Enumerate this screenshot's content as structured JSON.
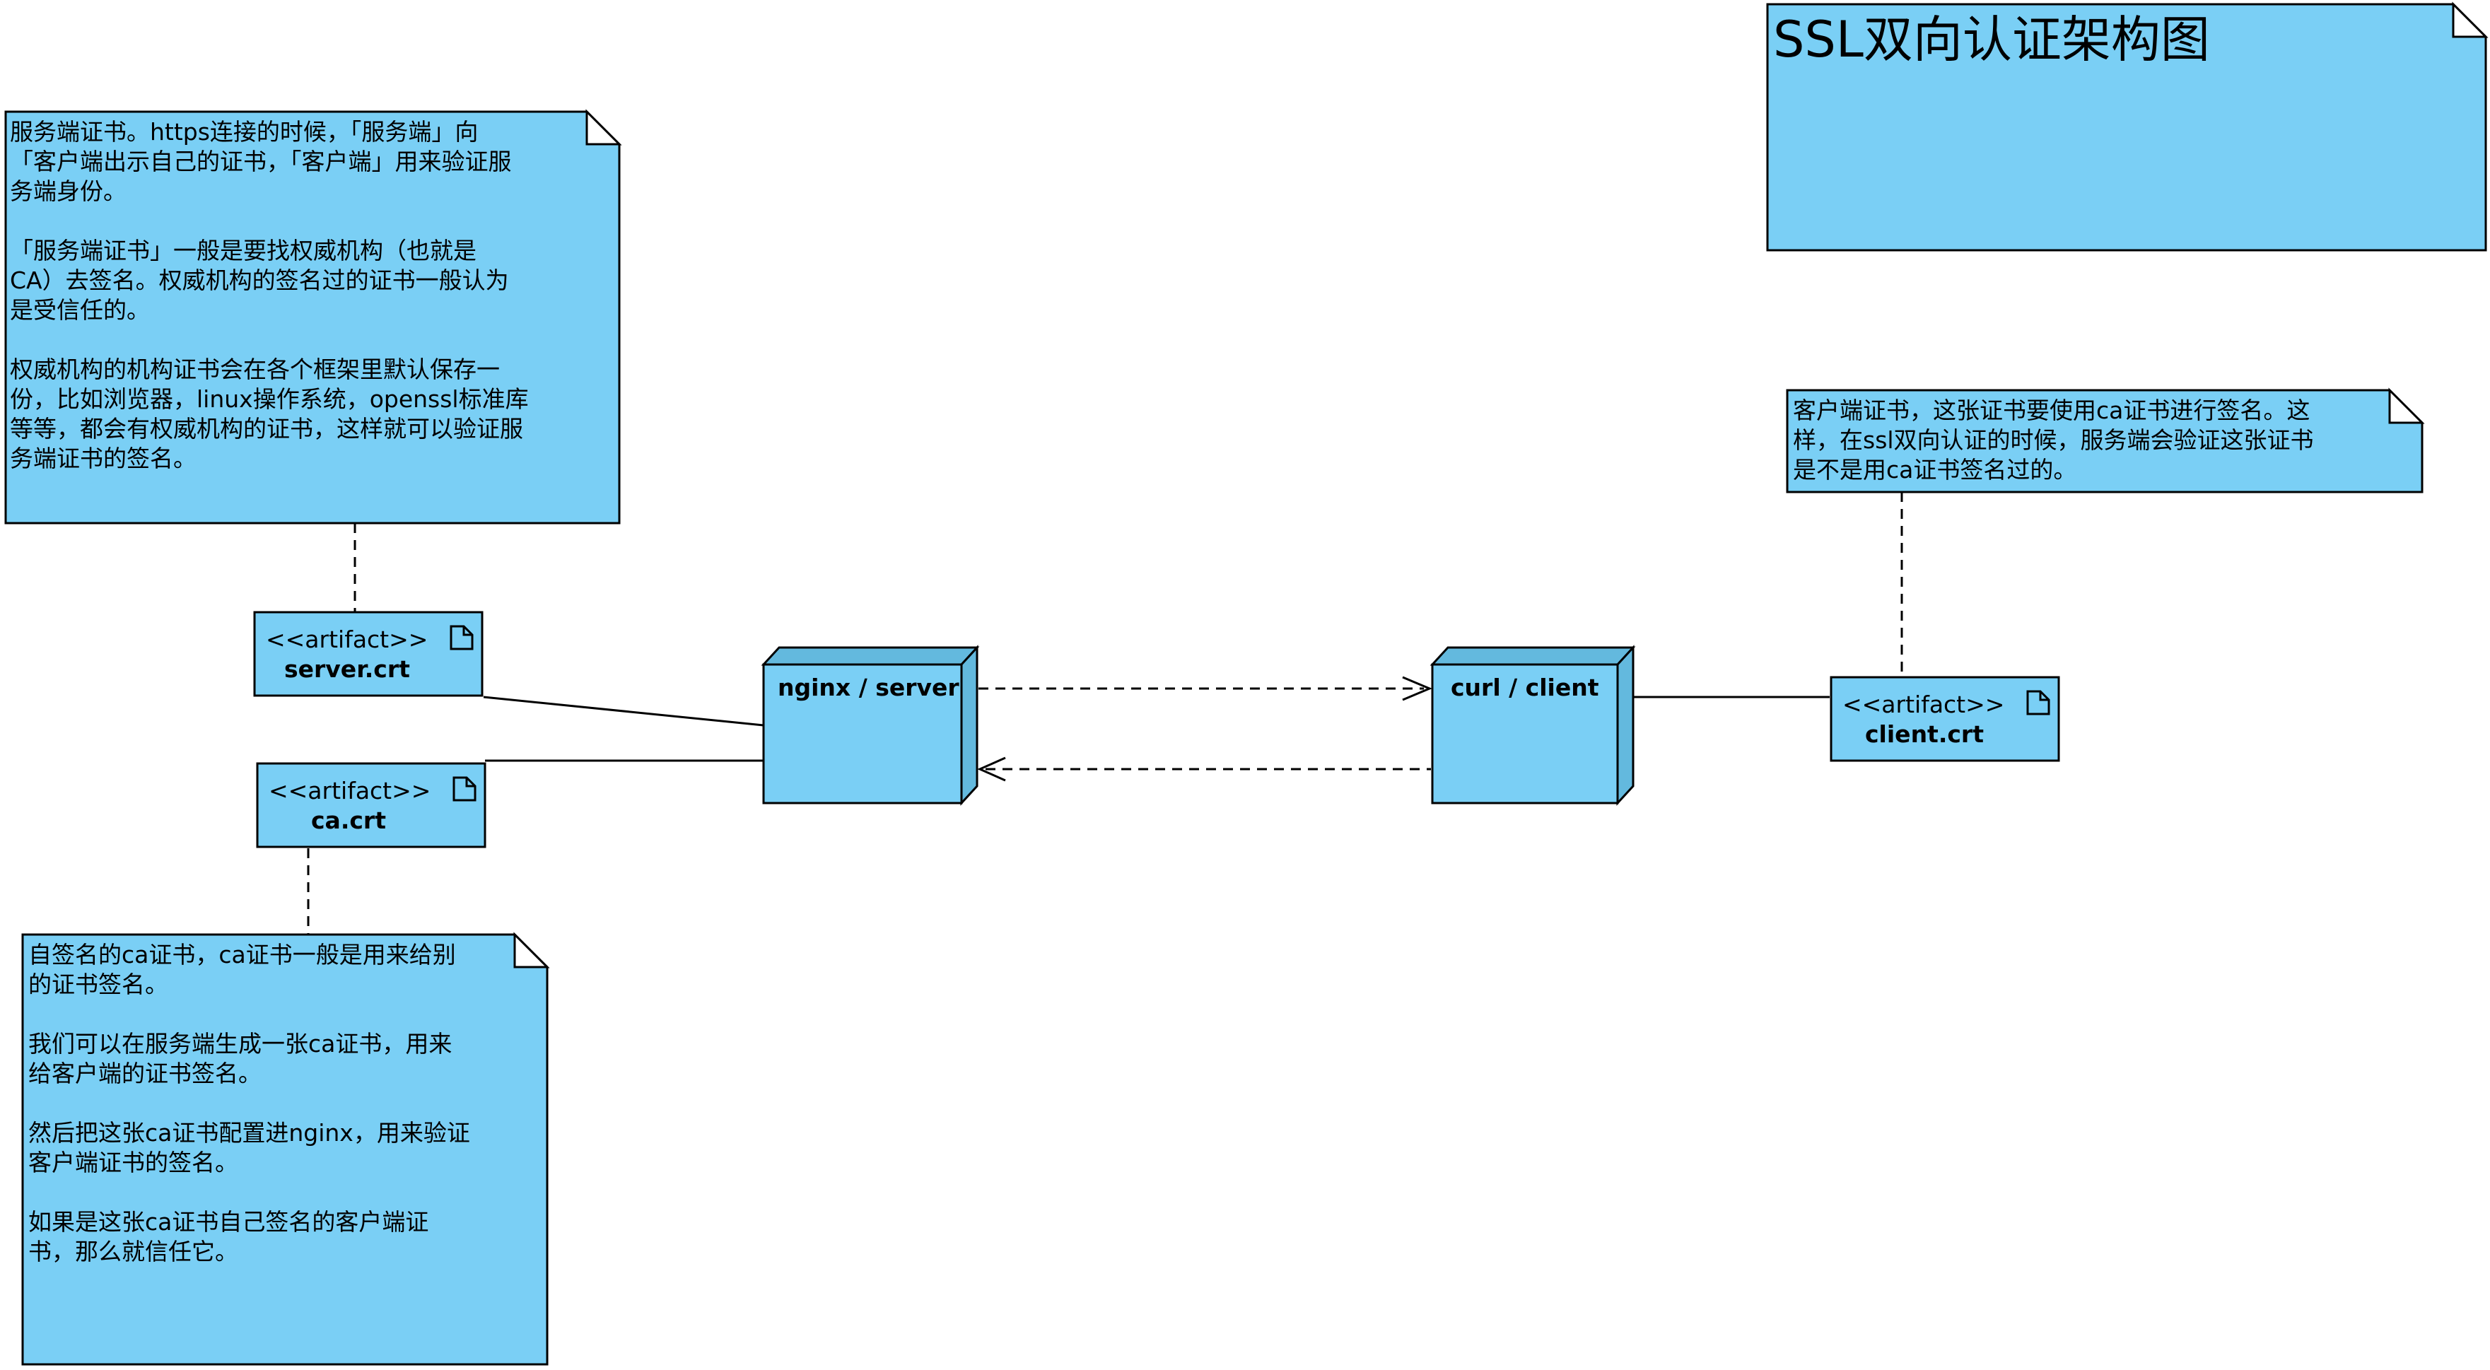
{
  "title_note": {
    "text": "SSL双向认证架构图"
  },
  "notes": {
    "server_note": {
      "lines": [
        "服务端证书。https连接的时候，「服务端」向",
        "「客户端出示自己的证书，「客户端」用来验证服",
        "务端身份。",
        "",
        "「服务端证书」一般是要找权威机构（也就是",
        "CA）去签名。权威机构的签名过的证书一般认为",
        "是受信任的。",
        "",
        "权威机构的机构证书会在各个框架里默认保存一",
        "份，比如浏览器，linux操作系统，openssl标准库",
        "等等，都会有权威机构的证书，这样就可以验证服",
        "务端证书的签名。"
      ]
    },
    "client_note": {
      "lines": [
        "客户端证书，这张证书要使用ca证书进行签名。这",
        "样，在ssl双向认证的时候，服务端会验证这张证书",
        "是不是用ca证书签名过的。"
      ]
    },
    "ca_note": {
      "lines": [
        "自签名的ca证书，ca证书一般是用来给别",
        "的证书签名。",
        "",
        "我们可以在服务端生成一张ca证书，用来",
        "给客户端的证书签名。",
        "",
        "然后把这张ca证书配置进nginx，用来验证",
        "客户端证书的签名。",
        "",
        "如果是这张ca证书自己签名的客户端证",
        "书，那么就信任它。"
      ]
    }
  },
  "artifacts": {
    "server_crt": {
      "stereotype": "<<artifact>>",
      "name": "server.crt"
    },
    "ca_crt": {
      "stereotype": "<<artifact>>",
      "name": "ca.crt"
    },
    "client_crt": {
      "stereotype": "<<artifact>>",
      "name": "client.crt"
    }
  },
  "nodes": {
    "server": {
      "label": "nginx / server"
    },
    "client": {
      "label": "curl / client"
    }
  },
  "colors": {
    "fill": "#7acff5",
    "shade": "#63b9de",
    "stroke": "#000000"
  }
}
